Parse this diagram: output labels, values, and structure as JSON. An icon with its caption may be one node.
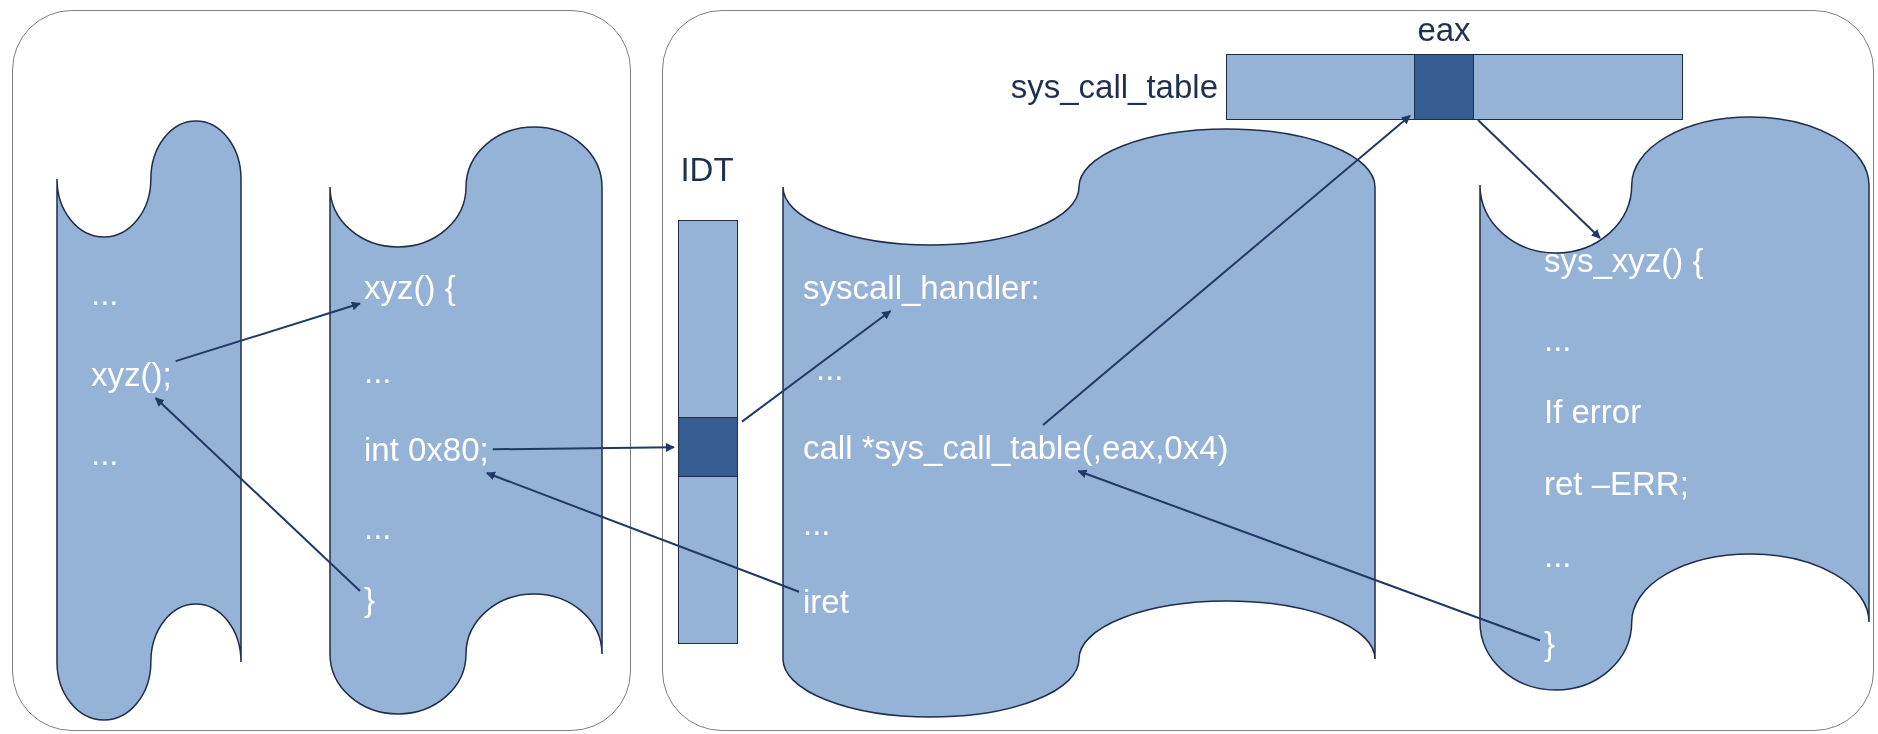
{
  "diagram": {
    "nodes": [
      {
        "text": [],
        "shape": "box"
      },
      {
        "text": [],
        "shape": "scroll",
        "in": 0
      },
      {
        "text": [
          "..."
        ],
        "in": 1
      },
      {
        "text": [
          "xyz();"
        ],
        "in": 1
      },
      {
        "text": [
          "..."
        ],
        "in": 1
      },
      {
        "text": [],
        "shape": "scroll",
        "in": 0
      },
      {
        "text": [
          "xyz() {"
        ],
        "in": 5
      },
      {
        "text": [
          "..."
        ],
        "in": 5
      },
      {
        "text": [
          "int 0x80;"
        ],
        "in": 5
      },
      {
        "text": [
          "..."
        ],
        "in": 5
      },
      {
        "text": [
          "}"
        ],
        "in": 5
      },
      {
        "text": [],
        "shape": "box"
      },
      {
        "text": [
          "IDT"
        ],
        "in": 11
      },
      {
        "text": [],
        "shape": "box",
        "in": 12
      },
      {
        "text": [
          "sys_call_table"
        ],
        "in": 11
      },
      {
        "text": [
          "eax"
        ],
        "in": 14
      },
      {
        "text": [],
        "shape": "scroll",
        "in": 11
      },
      {
        "text": [
          "syscall_handler:"
        ],
        "in": 16
      },
      {
        "text": [
          "..."
        ],
        "in": 16
      },
      {
        "text": [
          "call *sys_call_table(,eax,0x4)"
        ],
        "in": 16
      },
      {
        "text": [
          "..."
        ],
        "in": 16
      },
      {
        "text": [
          "iret"
        ],
        "in": 16
      },
      {
        "text": [],
        "shape": "scroll",
        "in": 11
      },
      {
        "text": [
          "sys_xyz() {"
        ],
        "in": 22
      },
      {
        "text": [
          "..."
        ],
        "in": 22
      },
      {
        "text": [
          "If error"
        ],
        "in": 22
      },
      {
        "text": [
          "ret –ERR;"
        ],
        "in": 22
      },
      {
        "text": [
          "..."
        ],
        "in": 22
      },
      {
        "text": [
          "}"
        ],
        "in": 22
      }
    ],
    "edges": [
      {
        "from": 3,
        "to": 6,
        "arrow": "to"
      },
      {
        "from": 10,
        "to": 3,
        "arrow": "to"
      },
      {
        "from": 8,
        "to": 13,
        "arrow": "to"
      },
      {
        "from": 13,
        "to": 17,
        "arrow": "to"
      },
      {
        "from": 21,
        "to": 8,
        "arrow": "to"
      },
      {
        "from": 19,
        "to": 15,
        "arrow": "to"
      },
      {
        "from": 15,
        "to": 23,
        "arrow": "to"
      },
      {
        "from": 28,
        "to": 19,
        "arrow": "to"
      }
    ]
  }
}
